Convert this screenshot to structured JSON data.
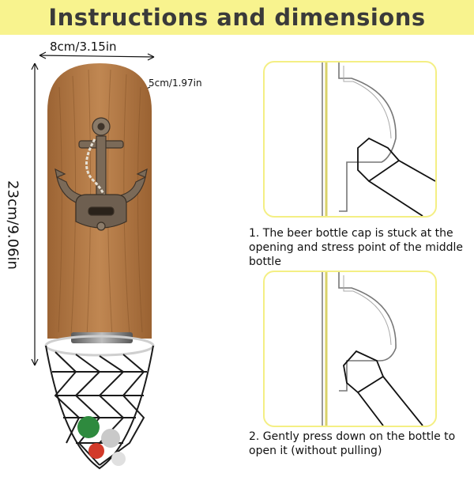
{
  "header": {
    "title": "Instructions and dimensions"
  },
  "dimensions": {
    "width": "8cm/3.15in",
    "depth": "5cm/1.97in",
    "height": "23cm/9.06in"
  },
  "steps": [
    {
      "text": "1. The beer bottle cap is stuck at the opening and stress point of the middle bottle"
    },
    {
      "text": "2. Gently press down on the bottle to open it (without pulling)"
    }
  ],
  "colors": {
    "banner": "#f8f38e",
    "wood": "#b47a45",
    "panel_border": "#f4ef84"
  }
}
